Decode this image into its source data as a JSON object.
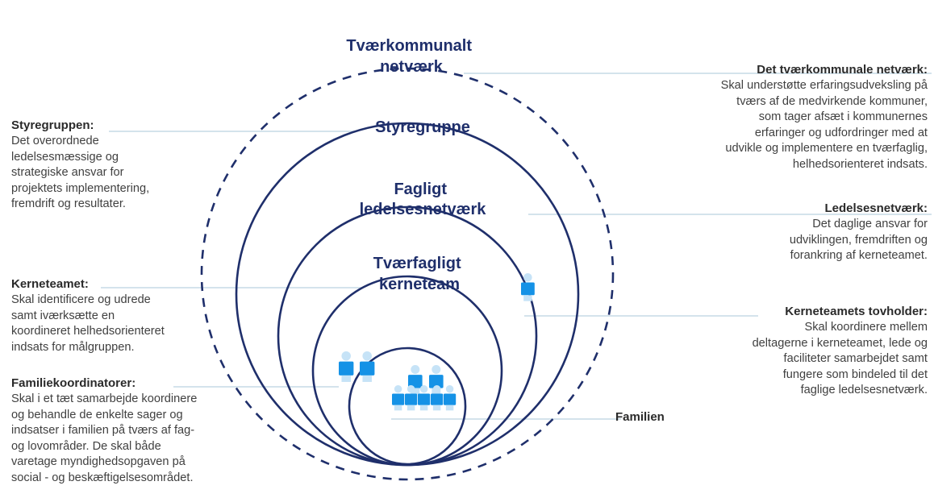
{
  "rings": {
    "outer": [
      "Tværkommunalt",
      "netværk"
    ],
    "styregruppe": [
      "Styregruppe"
    ],
    "ledelse": [
      "Fagligt",
      "ledelsesnetværk"
    ],
    "kerne": [
      "Tværfagligt",
      "kerneteam"
    ]
  },
  "left": {
    "styregruppen": {
      "title": "Styregruppen:",
      "body": "Det overordnede\nledelsesmæssige og\nstrategiske ansvar for\nprojektets implementering,\nfremdrift og resultater."
    },
    "kerneteamet": {
      "title": "Kerneteamet:",
      "body": "Skal identificere og udrede\nsamt iværksætte en\nkoordineret helhedsorienteret\nindsats for målgruppen."
    },
    "familiekoordinatorer": {
      "title": "Familiekoordinatorer:",
      "body": "Skal i et tæt samarbejde koordinere\nog behandle de enkelte sager og\nindsatser i familien på tværs af fag-\nog lovområder. De skal både\nvaretage myndighedsopgaven på\nsocial - og beskæftigelsesområdet."
    }
  },
  "right": {
    "tvaerkommunale": {
      "title": "Det tværkommunale netværk:",
      "body": "Skal understøtte erfaringsudveksling på\ntværs af de medvirkende kommuner,\nsom tager afsæt i kommunernes\nerfaringer og udfordringer med at\nudvikle og implementere en tværfaglig,\nhelhedsorienteret indsats."
    },
    "ledelsesnetvaerk": {
      "title": "Ledelsesnetværk:",
      "body": "Det daglige ansvar for\nudviklingen, fremdriften og\nforankring af kerneteamet."
    },
    "tovholder": {
      "title": "Kerneteamets tovholder:",
      "body": "Skal koordinere mellem\ndeltagerne i kerneteamet, lede og\nfaciliteter samarbejdet samt\nfungere som bindeled til det\nfaglige ledelsesnetværk."
    },
    "familien": {
      "title": "Familien"
    }
  },
  "colors": {
    "ring": "#1f2f6b",
    "guide": "#d4e3ec",
    "person_main": "#1592e6",
    "person_light": "#c6e3f7",
    "person_mid": "#7ec0ef"
  }
}
